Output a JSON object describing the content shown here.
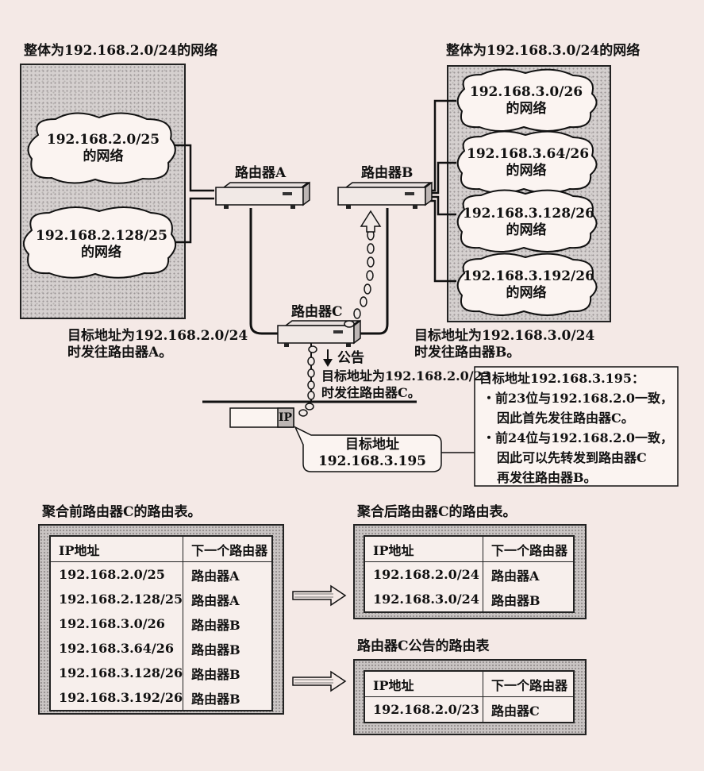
{
  "left_net": {
    "title": "整体为192.168.2.0/24的网络",
    "subnets": [
      {
        "cidr": "192.168.2.0/25",
        "suffix": "的网络"
      },
      {
        "cidr": "192.168.2.128/25",
        "suffix": "的网络"
      }
    ],
    "route_note": [
      "目标地址为192.168.2.0/24",
      "时发往路由器A。"
    ]
  },
  "right_net": {
    "title": "整体为192.168.3.0/24的网络",
    "subnets": [
      {
        "cidr": "192.168.3.0/26",
        "suffix": "的网络"
      },
      {
        "cidr": "192.168.3.64/26",
        "suffix": "的网络"
      },
      {
        "cidr": "192.168.3.128/26",
        "suffix": "的网络"
      },
      {
        "cidr": "192.168.3.192/26",
        "suffix": "的网络"
      }
    ],
    "route_note": [
      "目标地址为192.168.3.0/24",
      "时发往路由器B。"
    ]
  },
  "routers": {
    "a": "路由器A",
    "b": "路由器B",
    "c": "路由器C"
  },
  "announce": {
    "label": "公告",
    "lines": [
      "目标地址为192.168.2.0/23",
      "时发往路由器C。"
    ]
  },
  "packet": {
    "ip_label": "IP",
    "callout": [
      "目标地址",
      "192.168.3.195"
    ]
  },
  "decision_box": {
    "title": "目标地址192.168.3.195：",
    "lines": [
      "・前23位与192.168.2.0一致，",
      "因此首先发往路由器C。",
      "・前24位与192.168.2.0一致，",
      "因此可以先转发到路由器C",
      "再发往路由器B。"
    ]
  },
  "tables": {
    "before": {
      "title": "聚合前路由器C的路由表。",
      "headers": [
        "IP地址",
        "下一个路由器"
      ],
      "rows": [
        [
          "192.168.2.0/25",
          "路由器A"
        ],
        [
          "192.168.2.128/25",
          "路由器A"
        ],
        [
          "192.168.3.0/26",
          "路由器B"
        ],
        [
          "192.168.3.64/26",
          "路由器B"
        ],
        [
          "192.168.3.128/26",
          "路由器B"
        ],
        [
          "192.168.3.192/26",
          "路由器B"
        ]
      ]
    },
    "after": {
      "title": "聚合后路由器C的路由表。",
      "headers": [
        "IP地址",
        "下一个路由器"
      ],
      "rows": [
        [
          "192.168.2.0/24",
          "路由器A"
        ],
        [
          "192.168.3.0/24",
          "路由器B"
        ]
      ]
    },
    "announced": {
      "title": "路由器C公告的路由表",
      "headers": [
        "IP地址",
        "下一个路由器"
      ],
      "rows": [
        [
          "192.168.2.0/23",
          "路由器C"
        ]
      ]
    }
  }
}
